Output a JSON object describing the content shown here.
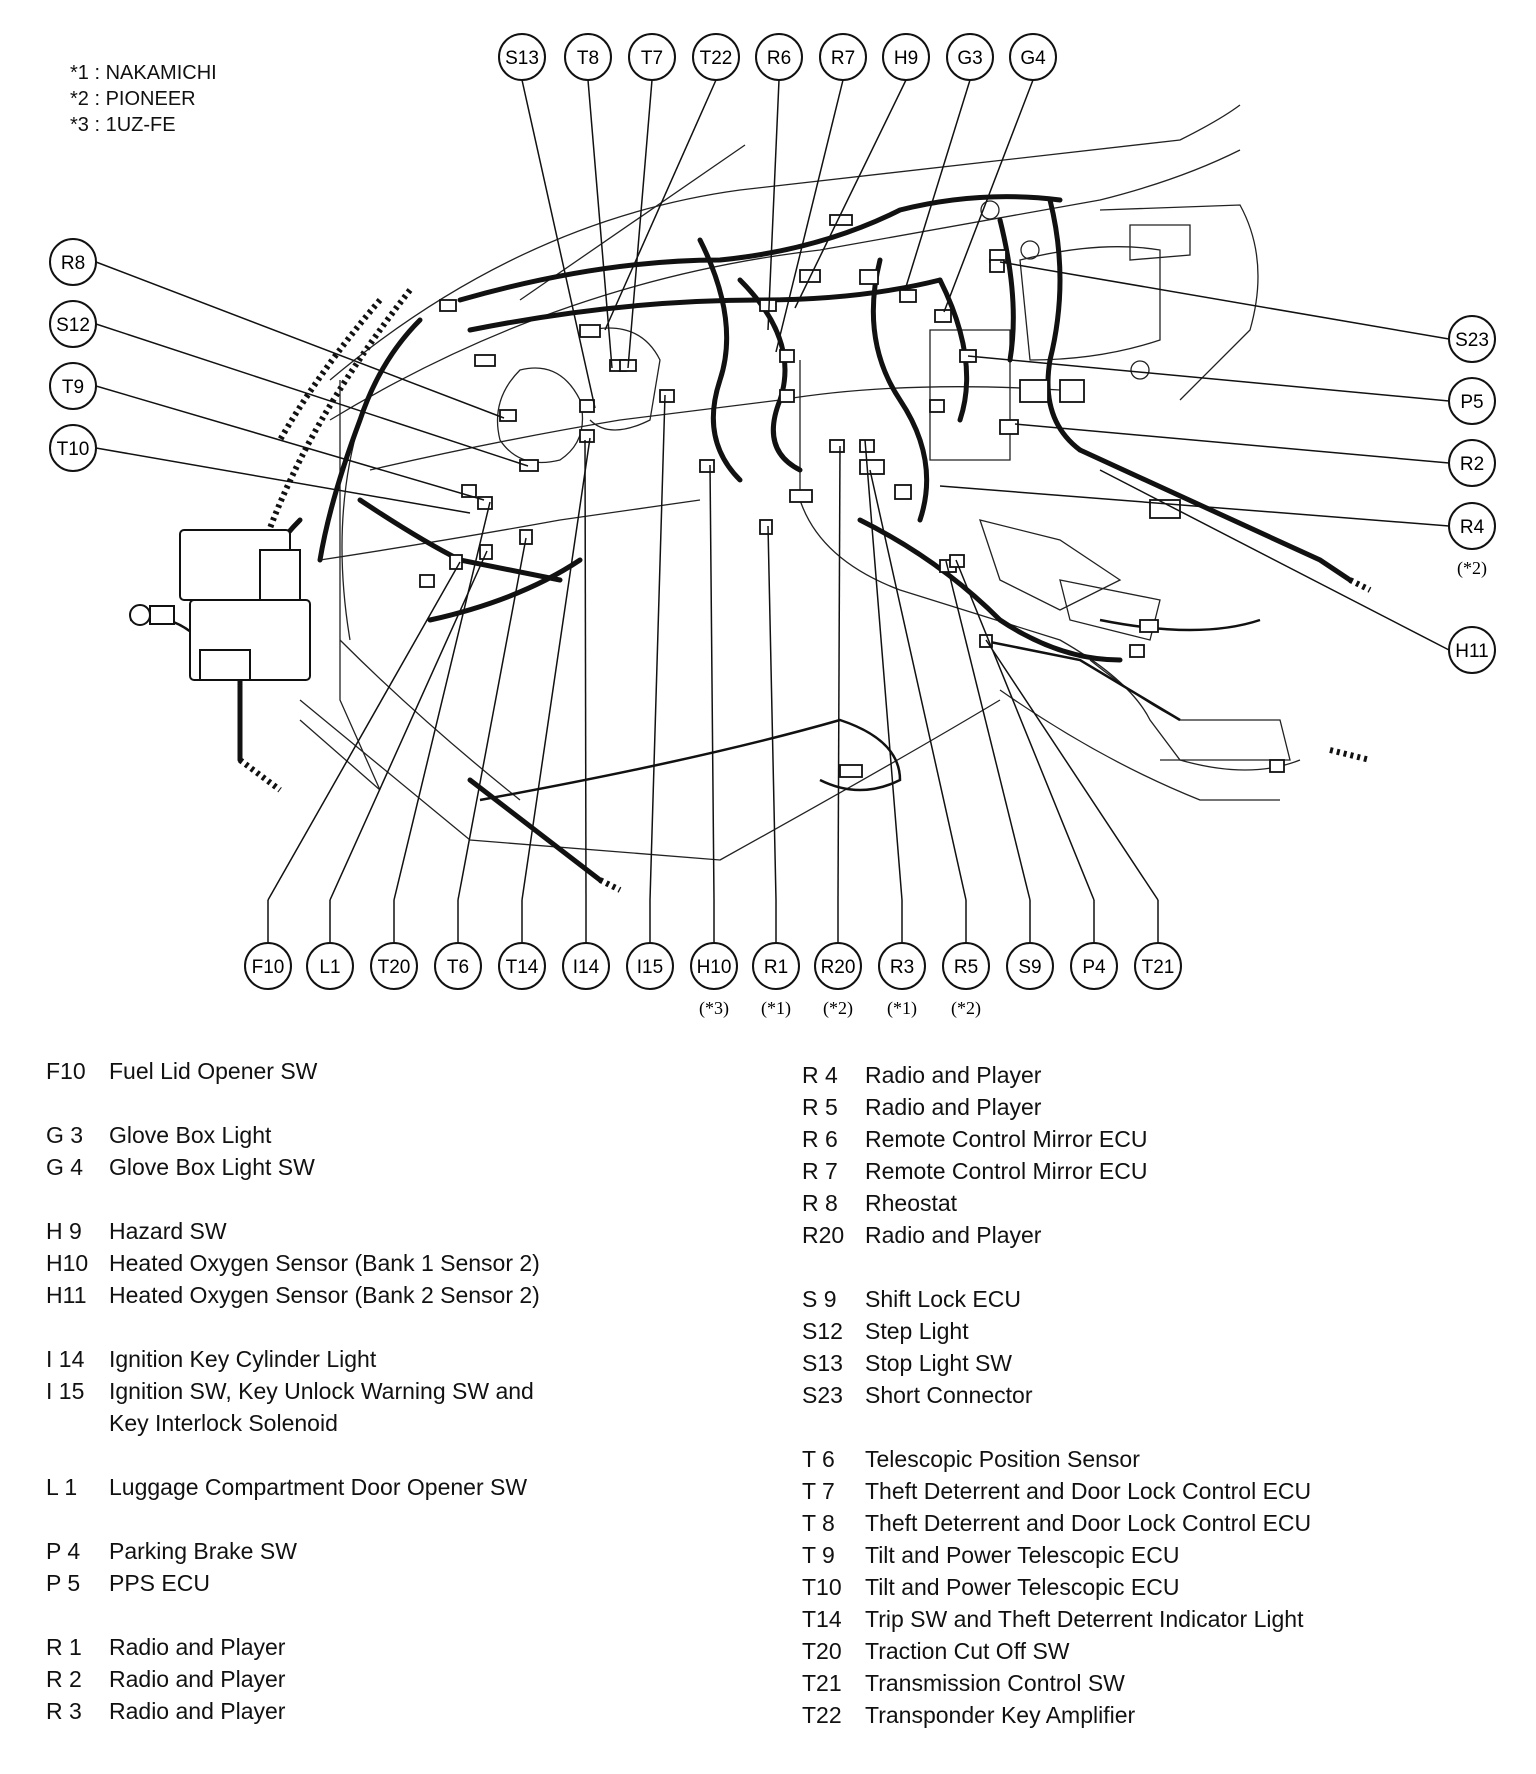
{
  "notes": [
    "*1 : NAKAMICHI",
    "*2 : PIONEER",
    "*3 : 1UZ-FE"
  ],
  "callouts": {
    "top": [
      {
        "id": "S13"
      },
      {
        "id": "T8"
      },
      {
        "id": "T7"
      },
      {
        "id": "T22"
      },
      {
        "id": "R6"
      },
      {
        "id": "R7"
      },
      {
        "id": "H9"
      },
      {
        "id": "G3"
      },
      {
        "id": "G4"
      }
    ],
    "left": [
      {
        "id": "R8"
      },
      {
        "id": "S12"
      },
      {
        "id": "T9"
      },
      {
        "id": "T10"
      }
    ],
    "right": [
      {
        "id": "S23",
        "note": ""
      },
      {
        "id": "P5",
        "note": ""
      },
      {
        "id": "R2",
        "note": ""
      },
      {
        "id": "R4",
        "note": "(*2)"
      },
      {
        "id": "H11",
        "note": ""
      }
    ],
    "bottom": [
      {
        "id": "F10",
        "note": ""
      },
      {
        "id": "L1",
        "note": ""
      },
      {
        "id": "T20",
        "note": ""
      },
      {
        "id": "T6",
        "note": ""
      },
      {
        "id": "T14",
        "note": ""
      },
      {
        "id": "I14",
        "note": ""
      },
      {
        "id": "I15",
        "note": ""
      },
      {
        "id": "H10",
        "note": "(*3)"
      },
      {
        "id": "R1",
        "note": "(*1)"
      },
      {
        "id": "R20",
        "note": "(*2)"
      },
      {
        "id": "R3",
        "note": "(*1)"
      },
      {
        "id": "R5",
        "note": "(*2)"
      },
      {
        "id": "S9",
        "note": ""
      },
      {
        "id": "P4",
        "note": ""
      },
      {
        "id": "T21",
        "note": ""
      }
    ]
  },
  "legend_left": [
    {
      "code": "F10",
      "desc": "Fuel Lid Opener SW"
    },
    {
      "gap": true
    },
    {
      "code": "G 3",
      "desc": "Glove Box Light"
    },
    {
      "code": "G 4",
      "desc": "Glove Box Light SW"
    },
    {
      "gap": true
    },
    {
      "code": "H 9",
      "desc": "Hazard SW"
    },
    {
      "code": "H10",
      "desc": "Heated Oxygen Sensor (Bank 1 Sensor 2)"
    },
    {
      "code": "H11",
      "desc": "Heated Oxygen Sensor (Bank 2 Sensor 2)"
    },
    {
      "gap": true
    },
    {
      "code": "I 14",
      "desc": "Ignition Key Cylinder Light"
    },
    {
      "code": "I 15",
      "desc": "Ignition SW, Key Unlock Warning SW and"
    },
    {
      "code": "",
      "desc": "Key Interlock Solenoid",
      "cont": true
    },
    {
      "gap": true
    },
    {
      "code": "L 1",
      "desc": "Luggage Compartment Door Opener SW"
    },
    {
      "gap": true
    },
    {
      "code": "P 4",
      "desc": "Parking Brake SW"
    },
    {
      "code": "P 5",
      "desc": "PPS ECU"
    },
    {
      "gap": true
    },
    {
      "code": "R 1",
      "desc": "Radio and Player"
    },
    {
      "code": "R 2",
      "desc": "Radio and Player"
    },
    {
      "code": "R 3",
      "desc": "Radio and Player"
    }
  ],
  "legend_right": [
    {
      "code": "R 4",
      "desc": "Radio and Player"
    },
    {
      "code": "R 5",
      "desc": "Radio and Player"
    },
    {
      "code": "R 6",
      "desc": "Remote Control Mirror ECU"
    },
    {
      "code": "R 7",
      "desc": "Remote Control Mirror ECU"
    },
    {
      "code": "R 8",
      "desc": "Rheostat"
    },
    {
      "code": "R20",
      "desc": "Radio and Player"
    },
    {
      "gap": true
    },
    {
      "code": "S 9",
      "desc": "Shift Lock ECU"
    },
    {
      "code": "S12",
      "desc": "Step Light"
    },
    {
      "code": "S13",
      "desc": "Stop Light SW"
    },
    {
      "code": "S23",
      "desc": "Short Connector"
    },
    {
      "gap": true
    },
    {
      "code": "T 6",
      "desc": "Telescopic Position Sensor"
    },
    {
      "code": "T 7",
      "desc": "Theft Deterrent and Door Lock Control ECU"
    },
    {
      "code": "T 8",
      "desc": "Theft Deterrent and Door Lock Control ECU"
    },
    {
      "code": "T 9",
      "desc": "Tilt and Power Telescopic ECU"
    },
    {
      "code": "T10",
      "desc": "Tilt and Power Telescopic ECU"
    },
    {
      "code": "T14",
      "desc": "Trip SW and Theft Deterrent Indicator Light"
    },
    {
      "code": "T20",
      "desc": "Traction Cut Off SW"
    },
    {
      "code": "T21",
      "desc": "Transmission Control SW"
    },
    {
      "code": "T22",
      "desc": "Transponder Key Amplifier"
    }
  ]
}
